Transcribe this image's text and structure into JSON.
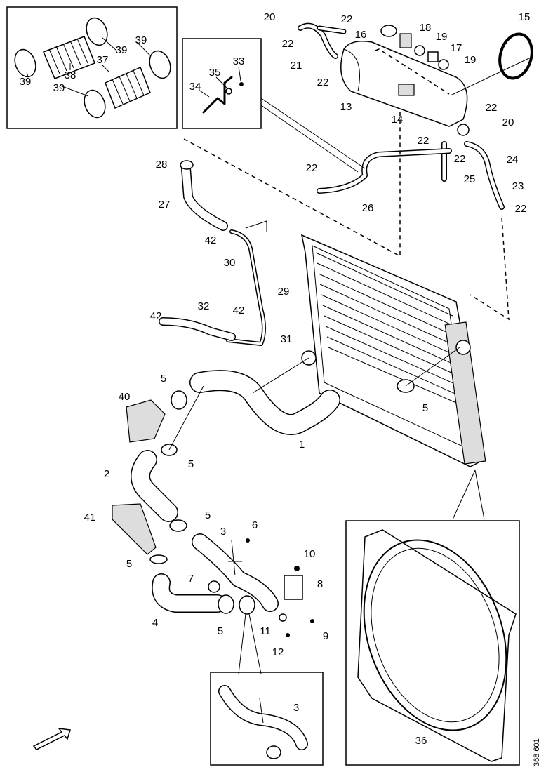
{
  "diagram": {
    "reference_number": "368 601",
    "insets": {
      "clamps_hoses": {
        "labels": [
          "39",
          "39",
          "39",
          "38",
          "37",
          "39"
        ]
      },
      "bracket": {
        "labels": [
          "33",
          "35",
          "34"
        ]
      },
      "pipe_detail": {
        "labels": [
          "3"
        ]
      },
      "fan_shroud": {
        "labels": [
          "36"
        ]
      }
    },
    "callouts": [
      "20",
      "22",
      "22",
      "16",
      "18",
      "19",
      "17",
      "19",
      "15",
      "21",
      "22",
      "13",
      "14",
      "22",
      "20",
      "22",
      "22",
      "24",
      "25",
      "23",
      "22",
      "22",
      "26",
      "28",
      "27",
      "42",
      "30",
      "29",
      "42",
      "32",
      "42",
      "31",
      "5",
      "40",
      "5",
      "1",
      "5",
      "2",
      "41",
      "5",
      "3",
      "6",
      "10",
      "5",
      "7",
      "8",
      "11",
      "9",
      "12",
      "4",
      "5"
    ],
    "direction_arrow": "front-arrow-icon"
  }
}
